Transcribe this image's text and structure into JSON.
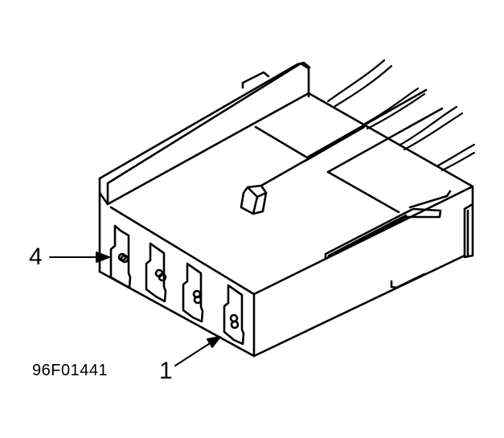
{
  "diagram": {
    "subject": "4-terminal electrical connector",
    "figure_id": "96F01441",
    "colors": {
      "line": "#000000",
      "background": "#ffffff"
    },
    "callouts": [
      {
        "label": "4",
        "points_to": "terminal-cavity-4"
      },
      {
        "label": "1",
        "points_to": "terminal-cavity-1"
      }
    ],
    "terminal_count": 4
  }
}
